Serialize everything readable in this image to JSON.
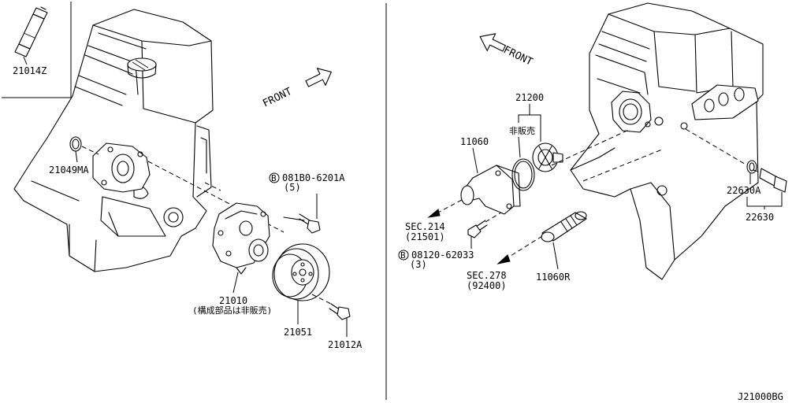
{
  "diagram_code": "J21000BG",
  "left_panel": {
    "inset_part": "21014Z",
    "front_label": "FRONT",
    "parts": {
      "oring": "21049MA",
      "bolt_spec": "081B0-6201A",
      "bolt_qty": "(5)",
      "bolt_marker": "B",
      "water_pump": "21010",
      "water_pump_note": "(構成部品は非販売)",
      "pulley": "21051",
      "pulley_bolt": "21012A"
    }
  },
  "right_panel": {
    "front_label": "FRONT",
    "parts": {
      "thermostat_asm": "21200",
      "thermostat_note": "非販売",
      "water_outlet": "11060",
      "sec214": "SEC.214",
      "sec214_ref": "(21501)",
      "bolt_spec": "08120-62033",
      "bolt_qty": "(3)",
      "bolt_marker": "B",
      "sec278": "SEC.278",
      "sec278_ref": "(92400)",
      "pipe": "11060R",
      "sensor_a": "22630A",
      "sensor": "22630"
    }
  }
}
